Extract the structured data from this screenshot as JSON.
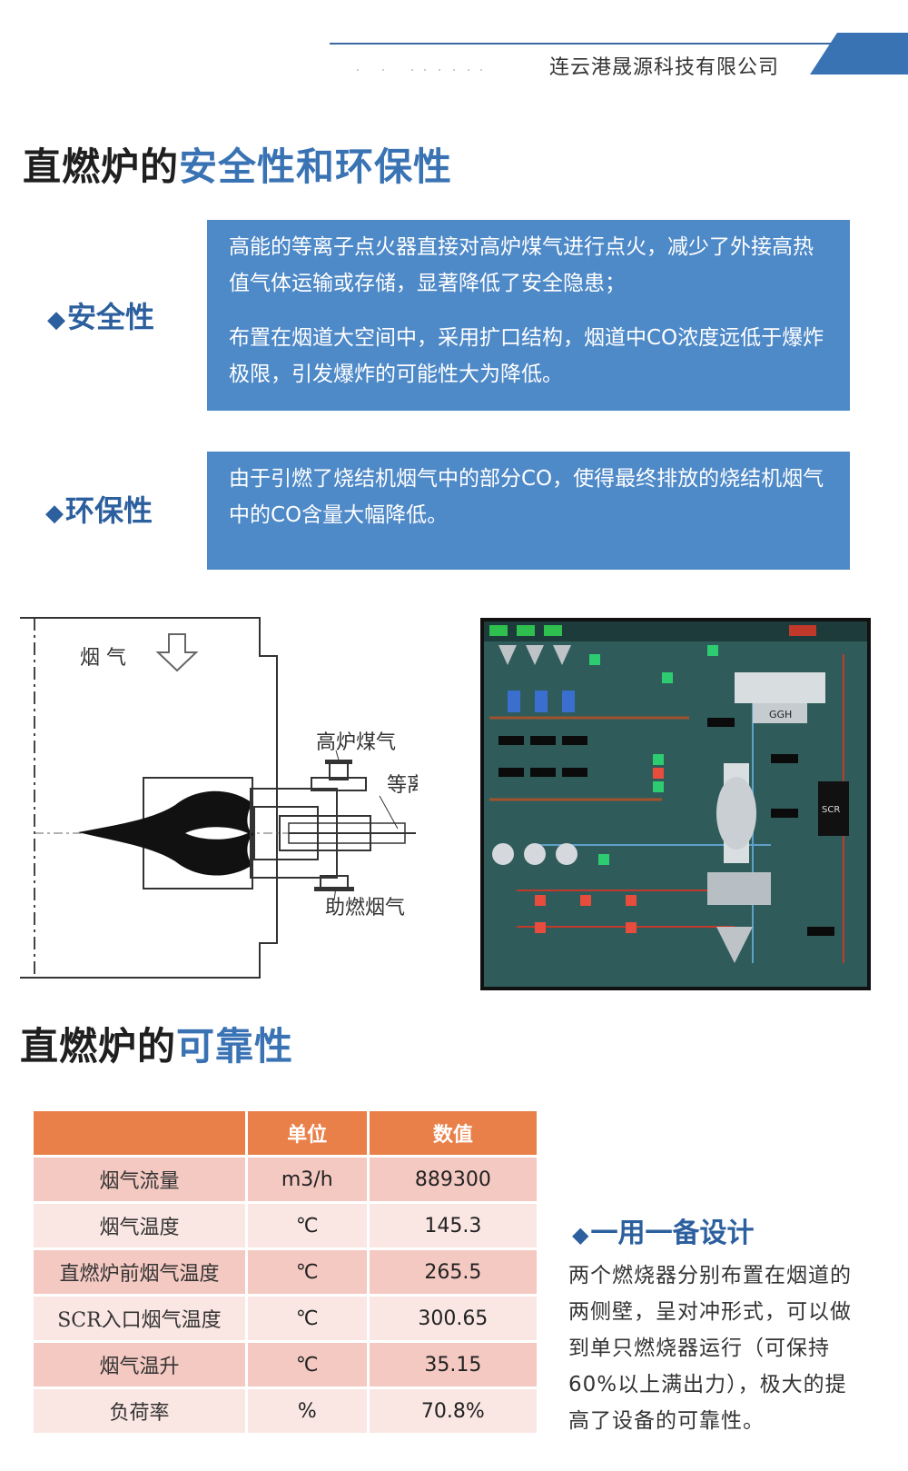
{
  "header": {
    "company": "连云港晟源科技有限公司"
  },
  "section1": {
    "title_black": "直燃炉的",
    "title_blue": "安全性和环保性",
    "safety": {
      "label": "安全性",
      "paragraphs": [
        "高能的等离子点火器直接对高炉煤气进行点火，减少了外接高热值气体运输或存储，显著降低了安全隐患；",
        "布置在烟道大空间中，采用扩口结构，烟道中CO浓度远低于爆炸极限，引发爆炸的可能性大为降低。"
      ]
    },
    "environment": {
      "label": "环保性",
      "paragraphs": [
        "由于引燃了烧结机烟气中的部分CO，使得最终排放的烧结机烟气中的CO含量大幅降低。"
      ]
    }
  },
  "diagram": {
    "flue_gas": "烟  气",
    "blast_furnace_gas": "高炉煤气",
    "plasma": "等离子",
    "combustion_air": "助燃烟气"
  },
  "control_panel": {
    "ggh_label": "GGH",
    "scr_label": "SCR",
    "icon": "dcs-monitor-screen"
  },
  "section2": {
    "title_black": "直燃炉的",
    "title_blue": "可靠性",
    "table": {
      "headers": [
        "",
        "单位",
        "数值"
      ],
      "rows": [
        {
          "name": "烟气流量",
          "unit": "m3/h",
          "value": "889300"
        },
        {
          "name": "烟气温度",
          "unit": "℃",
          "value": "145.3"
        },
        {
          "name": "直燃炉前烟气温度",
          "unit": "℃",
          "value": "265.5"
        },
        {
          "name": "SCR入口烟气温度",
          "unit": "℃",
          "value": "300.65"
        },
        {
          "name": "烟气温升",
          "unit": "℃",
          "value": "35.15"
        },
        {
          "name": "负荷率",
          "unit": "%",
          "value": "70.8%"
        }
      ]
    },
    "standby": {
      "title": "一用一备设计",
      "text": "两个燃烧器分别布置在烟道的两侧壁，呈对冲形式，可以做到单只燃烧器运行（可保持60%以上满出力），极大的提高了设备的可靠性。"
    }
  },
  "colors": {
    "accent_blue": "#4e89c8",
    "title_blue": "#3a73b4",
    "table_header": "#e9804a",
    "row_dark": "#f4c9c2",
    "row_light": "#fae7e3"
  }
}
